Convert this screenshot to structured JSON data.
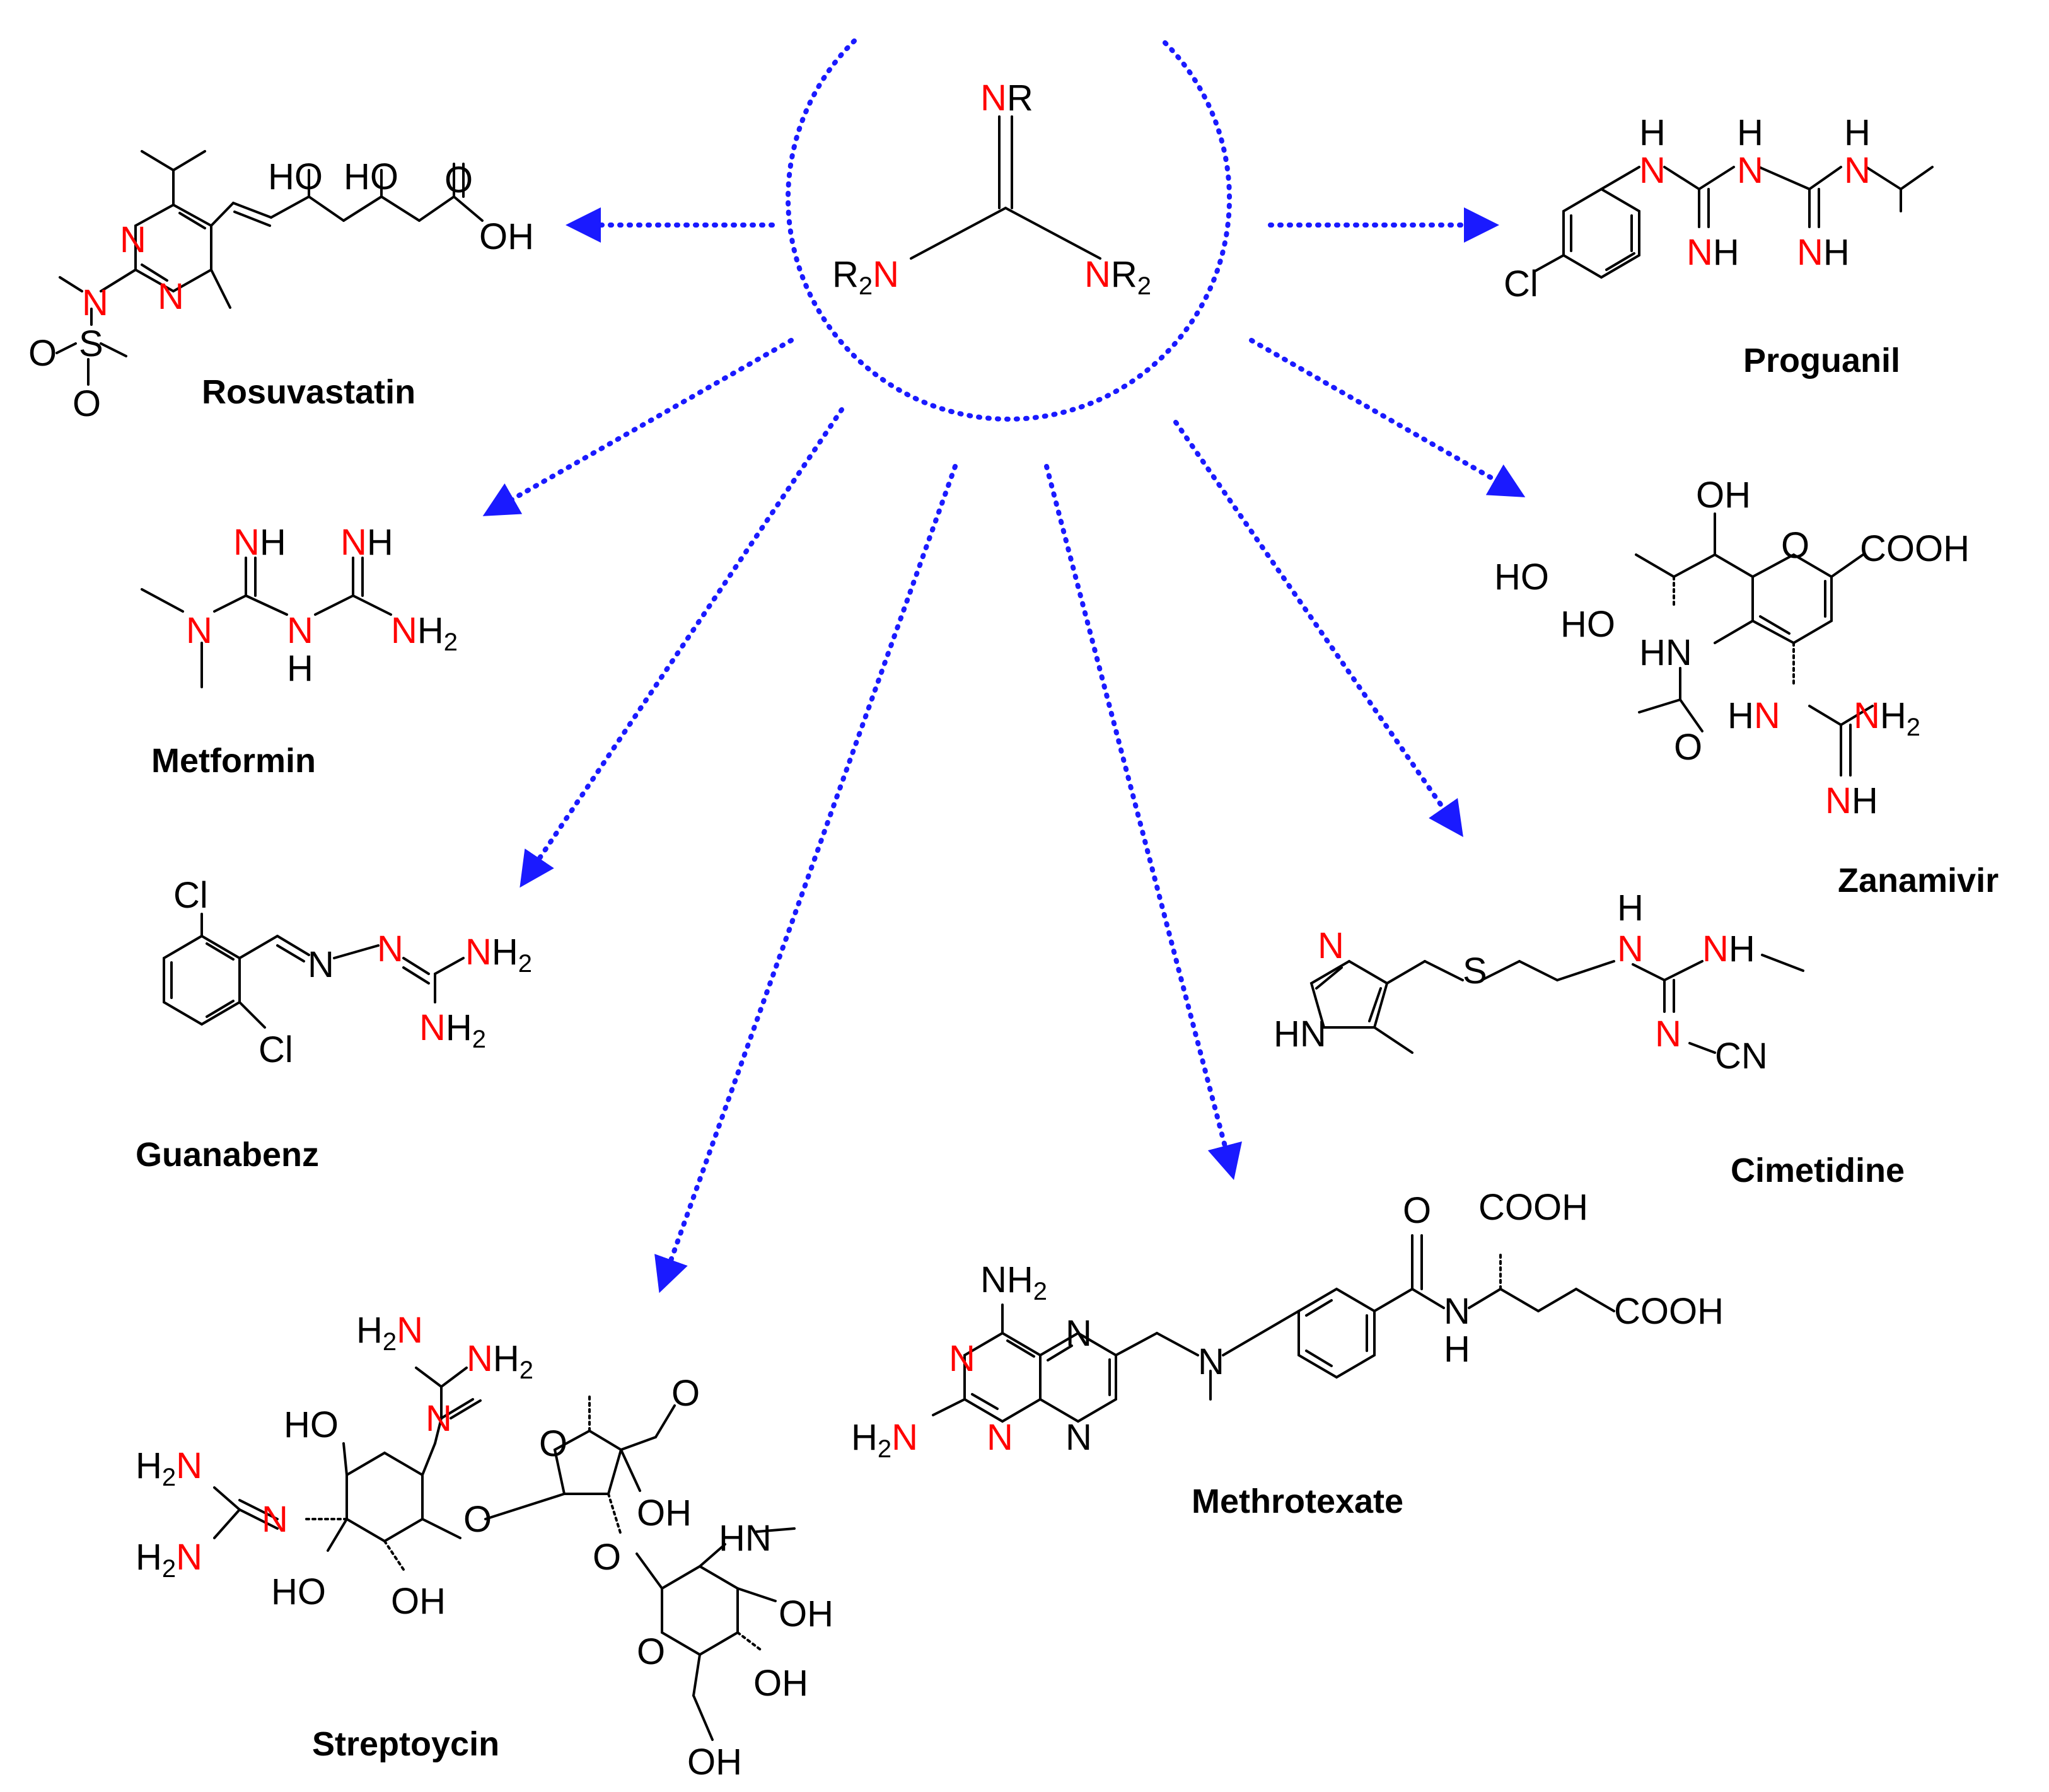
{
  "colors": {
    "heteroatom": "#ff0000",
    "text": "#000000",
    "arrow": "#1a1aff",
    "background": "#ffffff"
  },
  "core": {
    "n_top": "N",
    "r_top": "R",
    "left_r": "R",
    "left_sub": "2",
    "left_n": "N",
    "right_n": "N",
    "right_r": "R",
    "right_sub": "2"
  },
  "compounds": {
    "rosuvastatin": {
      "name": "Rosuvastatin",
      "ho1": "HO",
      "ho2": "HO",
      "o": "O",
      "oh": "OH",
      "n1": "N",
      "n2": "N",
      "n3": "N",
      "s": "S",
      "o1": "O",
      "o2": "O"
    },
    "proguanil": {
      "name": "Proguanil",
      "cl": "Cl",
      "h1": "H",
      "n1": "N",
      "h2": "H",
      "n2": "N",
      "h3": "H",
      "n3": "N",
      "nh1_n": "N",
      "nh1_h": "H",
      "nh2_n": "N",
      "nh2_h": "H"
    },
    "metformin": {
      "name": "Metformin",
      "nh1_n": "N",
      "nh1_h": "H",
      "nh2_n": "N",
      "nh2_h": "H",
      "n": "N",
      "nh_n": "N",
      "nh_h": "H",
      "nh2end_n": "N",
      "nh2end_h": "H",
      "nh2end_sub": "2"
    },
    "zanamivir": {
      "name": "Zanamivir",
      "oh": "OH",
      "ho1": "HO",
      "ho2": "HO",
      "o_ring": "O",
      "cooh": "COOH",
      "hn": "HN",
      "o": "O",
      "hn2_h": "H",
      "hn2_n": "N",
      "nh2_n": "N",
      "nh2_h": "H",
      "nh2_sub": "2",
      "nh_n": "N",
      "nh_h": "H"
    },
    "guanabenz": {
      "name": "Guanabenz",
      "cl1": "Cl",
      "cl2": "Cl",
      "n1": "N",
      "n2": "N",
      "nh2a_n": "N",
      "nh2a_h": "H",
      "nh2a_sub": "2",
      "nh2b_n": "N",
      "nh2b_h": "H",
      "nh2b_sub": "2"
    },
    "cimetidine": {
      "name": "Cimetidine",
      "n_ring": "N",
      "hn_ring": "HN",
      "s": "S",
      "h": "H",
      "n1": "N",
      "nh_n": "N",
      "nh_h": "H",
      "n2": "N",
      "cn": "CN"
    },
    "methrotexate": {
      "name": "Methrotexate",
      "nh2a_n": "N",
      "nh2a_h": "H",
      "nh2a_sub": "2",
      "n1": "N",
      "n2": "N",
      "n3": "N",
      "n4": "N",
      "h2n_h": "H",
      "h2n_sub": "2",
      "h2n_n": "N",
      "n_methyl": "N",
      "o": "O",
      "cooh1": "COOH",
      "cooh2": "COOH",
      "nh_n": "N",
      "nh_h": "H"
    },
    "streptoycin": {
      "name": "Streptoycin",
      "h2n1_h": "H",
      "h2n1_sub": "2",
      "h2n1_n": "N",
      "nh2_n": "N",
      "nh2_h": "H",
      "nh2_sub": "2",
      "n_top": "N",
      "ho1": "HO",
      "o_ring1": "O",
      "o_ald": "O",
      "h2n2_h": "H",
      "h2n2_sub": "2",
      "h2n2_n": "N",
      "n_left": "N",
      "h2n3_h": "H",
      "h2n3_sub": "2",
      "h2n3_n": "N",
      "o_link1": "O",
      "oh1": "OH",
      "ho2": "HO",
      "oh2": "OH",
      "o_link2": "O",
      "hn": "HN",
      "oh3": "OH",
      "o_ring2": "O",
      "oh4": "OH",
      "oh5": "OH"
    }
  }
}
